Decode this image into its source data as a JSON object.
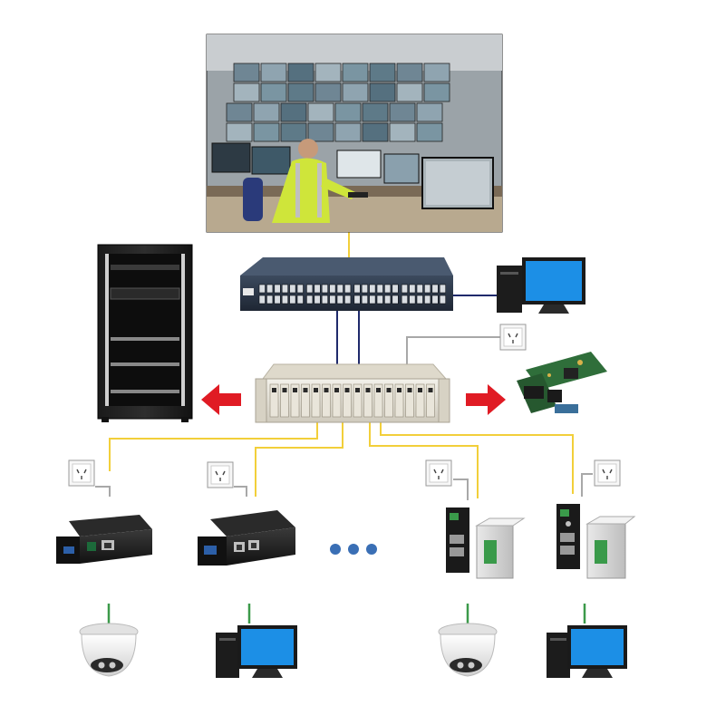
{
  "diagram": {
    "nodes": [
      {
        "id": "control-room",
        "icon": "control-room-photo-icon"
      },
      {
        "id": "network-switch",
        "icon": "switch-icon",
        "ports": 48
      },
      {
        "id": "server-rack",
        "icon": "server-rack-icon"
      },
      {
        "id": "pc-top",
        "icon": "desktop-computer-icon"
      },
      {
        "id": "media-converter-chassis",
        "icon": "chassis-icon",
        "slots": 16
      },
      {
        "id": "converter-card",
        "icon": "pcb-card-icon"
      },
      {
        "id": "media-converter-1",
        "icon": "media-converter-icon"
      },
      {
        "id": "media-converter-2",
        "icon": "media-converter-icon"
      },
      {
        "id": "industrial-converter-1",
        "icon": "din-rail-converter-icon"
      },
      {
        "id": "industrial-converter-2",
        "icon": "din-rail-converter-icon"
      },
      {
        "id": "dome-camera-1",
        "icon": "dome-camera-icon"
      },
      {
        "id": "pc-bottom-1",
        "icon": "desktop-computer-icon"
      },
      {
        "id": "dome-camera-2",
        "icon": "dome-camera-icon"
      },
      {
        "id": "pc-bottom-2",
        "icon": "desktop-computer-icon"
      }
    ],
    "power_outlets": 5,
    "ellipsis_dots": 3,
    "colors": {
      "fiber": "#f2cf3a",
      "copper": "#1f2a6b",
      "power": "#a8a8a8",
      "device_link": "#3c9a4a",
      "arrow": "#e01b24",
      "monitor_screen": "#1c8fe6",
      "dots": "#3a6fb5"
    }
  }
}
